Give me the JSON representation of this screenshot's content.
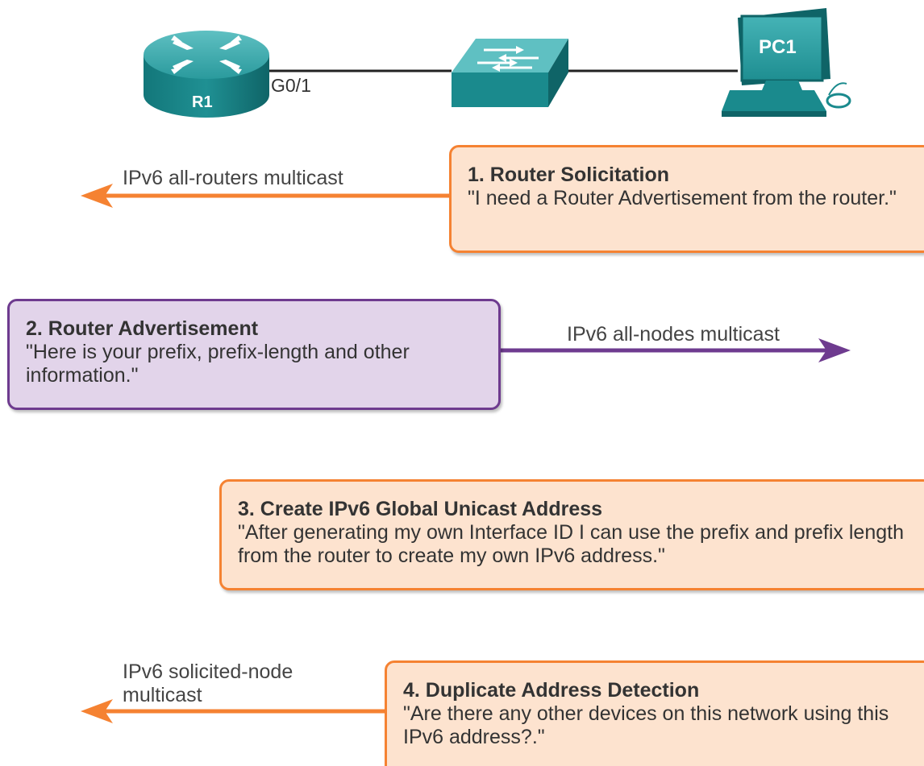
{
  "topology": {
    "router": {
      "label": "R1",
      "interface": "G0/1"
    },
    "switch": {},
    "pc": {
      "label": "PC1"
    }
  },
  "steps": [
    {
      "title": "1. Router Solicitation",
      "text": "\"I need a Router Advertisement from the router.\"",
      "arrow_label": "IPv6 all-routers multicast",
      "direction": "left",
      "color": "#f58232"
    },
    {
      "title": "2. Router Advertisement",
      "text": "\"Here is your prefix, prefix-length and other information.\"",
      "arrow_label": "IPv6 all-nodes multicast",
      "direction": "right",
      "color": "#6e3b8f"
    },
    {
      "title": "3. Create IPv6 Global Unicast Address",
      "text": "\"After generating my own Interface ID I can use the prefix and prefix length from the router to create my own IPv6 address.\"",
      "color": "#f58232"
    },
    {
      "title": "4. Duplicate Address Detection",
      "text": "\"Are there any other devices on this network using this IPv6 address?.\"",
      "arrow_label_line1": "IPv6 solicited-node",
      "arrow_label_line2": "multicast",
      "direction": "left",
      "color": "#f58232"
    }
  ],
  "colors": {
    "device_teal": "#19878a",
    "device_teal_dark": "#0f6467",
    "box_orange_fill": "#fde3cf",
    "box_orange_border": "#f58232",
    "box_purple_fill": "#e2d4ea",
    "box_purple_border": "#6e3b8f"
  }
}
